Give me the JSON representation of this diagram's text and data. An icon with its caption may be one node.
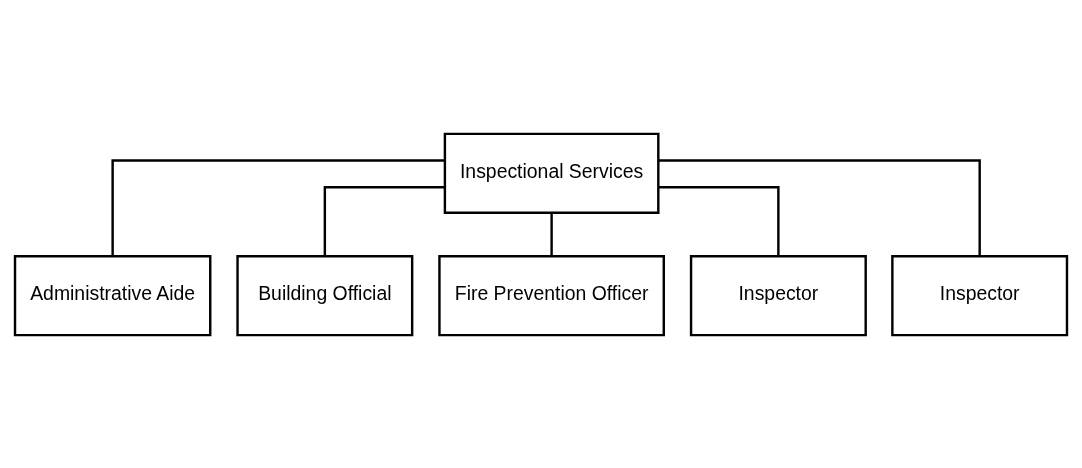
{
  "diagram": {
    "nodes": [
      {
        "text": [
          "Inspectional Services"
        ]
      },
      {
        "text": [
          "Administrative Aide"
        ]
      },
      {
        "text": [
          "Building Official"
        ]
      },
      {
        "text": [
          "Fire Prevention Officer"
        ]
      },
      {
        "text": [
          "Inspector"
        ]
      },
      {
        "text": [
          "Inspector"
        ]
      }
    ],
    "edges": [
      {
        "from": 0,
        "to": 1,
        "arrow": "none"
      },
      {
        "from": 0,
        "to": 2,
        "arrow": "none"
      },
      {
        "from": 0,
        "to": 3,
        "arrow": "none"
      },
      {
        "from": 0,
        "to": 4,
        "arrow": "none"
      },
      {
        "from": 0,
        "to": 5,
        "arrow": "none"
      }
    ]
  }
}
